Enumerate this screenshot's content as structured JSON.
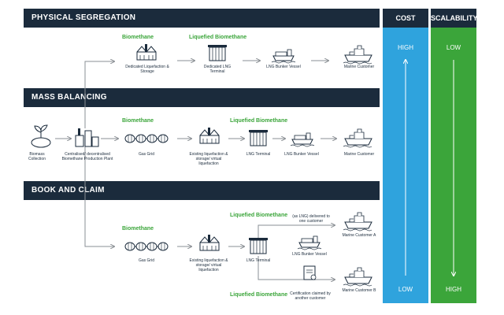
{
  "sections": {
    "physical": "PHYSICAL SEGREGATION",
    "mass": "MASS BALANCING",
    "book": "BOOK AND CLAIM"
  },
  "columns": {
    "cost": {
      "title": "COST",
      "top": "HIGH",
      "bottom": "LOW"
    },
    "scalability": {
      "title": "SCALABILITY",
      "top": "LOW",
      "bottom": "HIGH"
    }
  },
  "green_labels": {
    "biomethane_1": "Biomethane",
    "liquefied_1": "Liquefied Biomethane",
    "biomethane_2": "Biomethane",
    "liquefied_2": "Liquefied Biomethane",
    "biomethane_3": "Biomethane",
    "liquefied_3": "Liquefied Biomethane",
    "liquefied_4": "Liquefied Biomethane"
  },
  "nodes": {
    "dedicated_liquefaction": "Dedicated Liquefaction & Storage",
    "dedicated_lng_terminal": "Dedicated LNG Terminal",
    "bunker_vessel_1": "LNG Bunker Vessel",
    "marine_customer_1": "Marine Customer",
    "biomass_collection": "Biomass Collection",
    "production_plant": "Centralised/ decentralised Biomethane Production Plant",
    "gas_grid_2": "Gas Grid",
    "existing_liquefaction_2": "Existing liquefaction & storage/ virtual liquefaction",
    "lng_terminal_2": "LNG Terminal",
    "bunker_vessel_2": "LNG Bunker Vessel",
    "marine_customer_2": "Marine Customer",
    "gas_grid_3": "Gas Grid",
    "existing_liquefaction_3": "Existing liquefaction & storage/ virtual liquefaction",
    "lng_terminal_3": "LNG Terminal",
    "delivered_note": "(as LNG) delivered to one customer",
    "bunker_vessel_3": "LNG Bunker Vessel",
    "marine_customer_a": "Marine Customer A",
    "certification_note": "Certification claimed by another customer",
    "marine_customer_b": "Marine Customer B"
  }
}
